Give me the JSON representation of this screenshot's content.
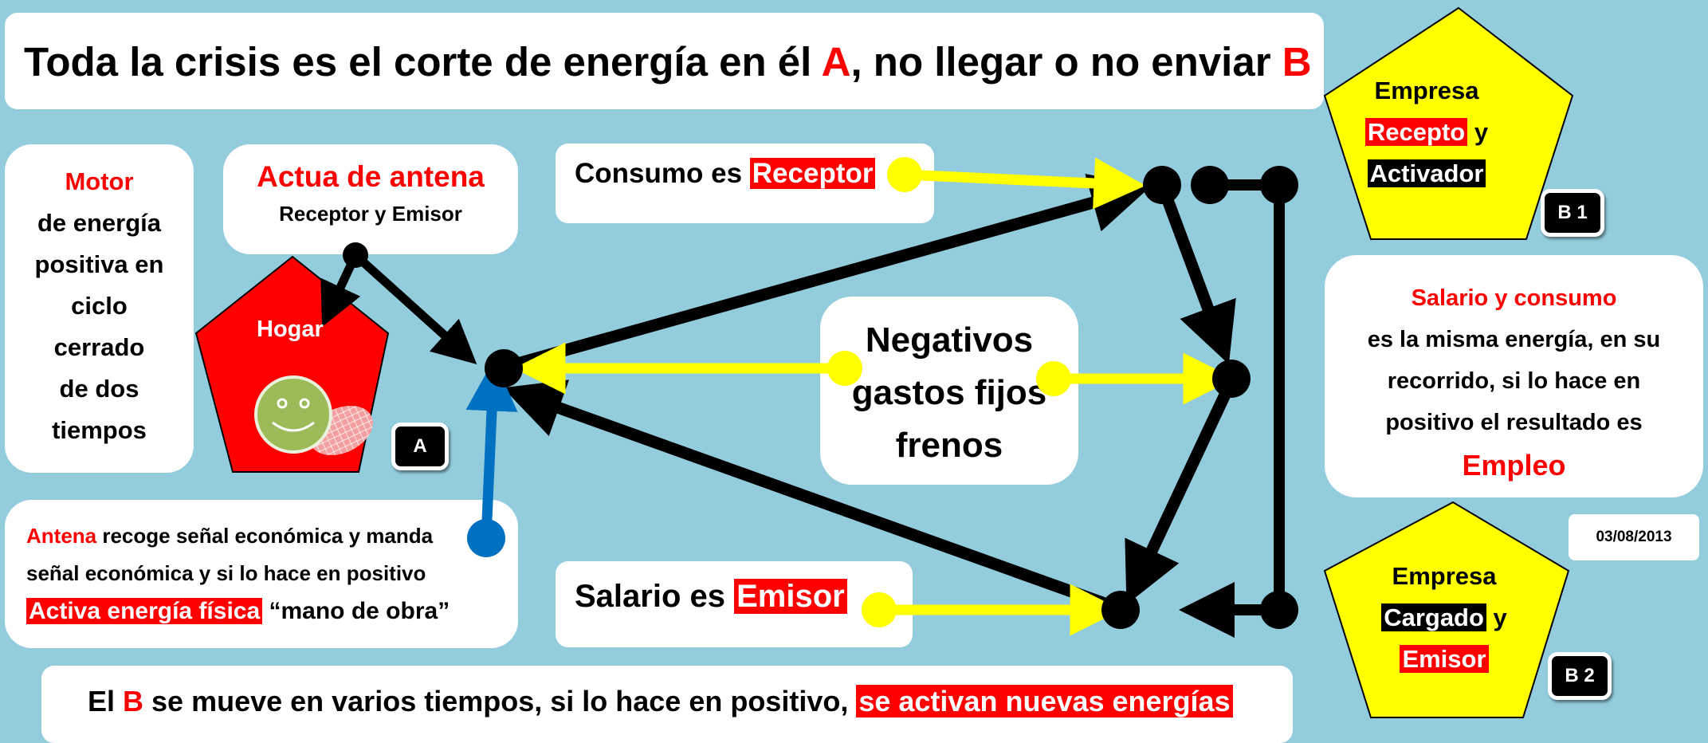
{
  "title": {
    "prefix": "Toda la crisis es el corte de energía en él ",
    "a": "A",
    "middle": ", no llegar o no enviar ",
    "b": "B"
  },
  "motor": {
    "heading": "Motor",
    "lines": [
      "de energía",
      "positiva en",
      "ciclo",
      "cerrado",
      "de dos",
      "tiempos"
    ]
  },
  "antena_box": {
    "heading": "Actua de antena",
    "sub": "Receptor y Emisor"
  },
  "hogar": {
    "label": "Hogar",
    "tag": "A"
  },
  "antena_note": {
    "word": "Antena",
    "line1_rest": " recoge señal económica y manda",
    "line2": "señal económica y si lo hace en positivo",
    "highlight": "Activa energía física",
    "tail": " “mano de obra”"
  },
  "consumo": {
    "prefix": "Consumo es ",
    "highlight": "Receptor"
  },
  "salario": {
    "prefix": "Salario es ",
    "highlight": "Emisor"
  },
  "negativos": {
    "lines": [
      "Negativos",
      "gastos fijos",
      "frenos"
    ]
  },
  "empresa_b1": {
    "title": "Empresa",
    "word1": "Recepto",
    "y": " y",
    "word2": "Activador",
    "tag": "B 1"
  },
  "empresa_b2": {
    "title": "Empresa",
    "word1": "Cargado",
    "y": " y",
    "word2": "Emisor",
    "tag": "B 2"
  },
  "salario_consumo": {
    "heading": "Salario y consumo",
    "lines": [
      "es la misma energía, en su",
      "recorrido, si lo hace en",
      "positivo el resultado es"
    ],
    "result": "Empleo"
  },
  "date": "03/08/2013",
  "bottom": {
    "prefix": "El ",
    "b": "B",
    "middle": " se mueve en varios tiempos, si lo hace en positivo, ",
    "highlight": "se activan nuevas energías"
  },
  "colors": {
    "background": "#93CDDD",
    "red": "#FF0000",
    "yellow": "#FFFF00",
    "blue": "#0070C0",
    "black": "#000000"
  }
}
